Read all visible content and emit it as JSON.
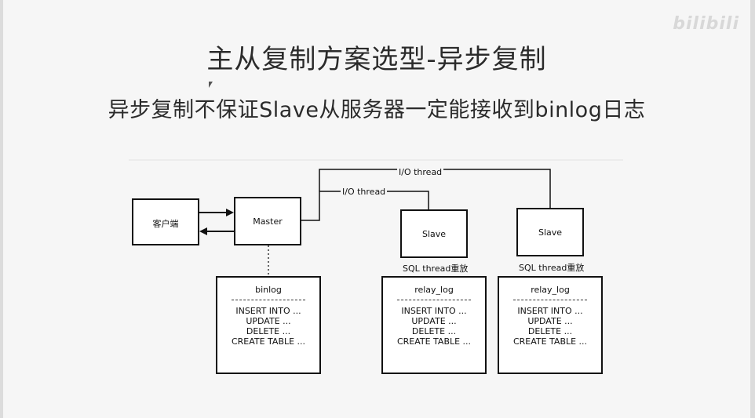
{
  "slide": {
    "title": "主从复制方案选型-异步复制",
    "subtitle": "异步复制不保证Slave从服务器一定能接收到binlog日志",
    "watermark": "bilibili"
  },
  "diagram": {
    "client": "客户端",
    "master": "Master",
    "slave1": "Slave",
    "slave2": "Slave",
    "io_thread_top": "I/O thread",
    "io_thread_inner": "I/O thread",
    "sql_thread_1": "SQL thread重放",
    "sql_thread_2": "SQL thread重放",
    "binlog": {
      "title": "binlog",
      "statements": [
        "INSERT INTO ...",
        "UPDATE ...",
        "DELETE ...",
        "CREATE TABLE ..."
      ]
    },
    "relay1": {
      "title": "relay_log",
      "statements": [
        "INSERT INTO ...",
        "UPDATE ...",
        "DELETE ...",
        "CREATE TABLE ..."
      ]
    },
    "relay2": {
      "title": "relay_log",
      "statements": [
        "INSERT INTO ...",
        "UPDATE ...",
        "DELETE ...",
        "CREATE TABLE ..."
      ]
    }
  }
}
